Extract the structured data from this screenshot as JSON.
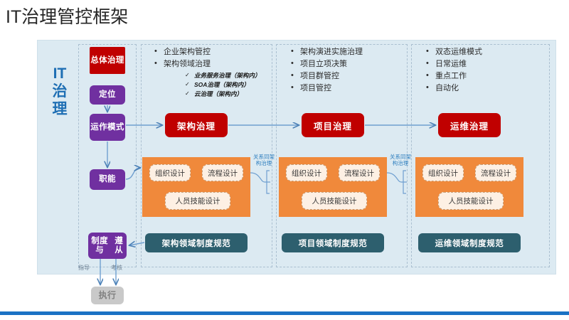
{
  "slide": {
    "title": "IT治理管控框架",
    "accent_color": "#1b72c4",
    "panel_bg": "#dceaf2"
  },
  "framework": {
    "vertical_label": "IT\n治\n理",
    "vertical_label_lines": [
      "IT",
      "治",
      "理"
    ],
    "stages": [
      {
        "id": "overall",
        "label_lines": [
          "总体",
          "治理"
        ],
        "color": "#c00000"
      },
      {
        "id": "position",
        "label_lines": [
          "定位"
        ],
        "color": "#7030a0"
      },
      {
        "id": "mode",
        "label_lines": [
          "运作",
          "模式"
        ],
        "color": "#7030a0"
      },
      {
        "id": "function",
        "label_lines": [
          "职能"
        ],
        "color": "#7030a0"
      },
      {
        "id": "policy",
        "label_lines": [
          "制度与",
          "遵从"
        ],
        "color": "#7030a0"
      },
      {
        "id": "execute",
        "label_lines": [
          "执行"
        ],
        "color": "#c9c9c9"
      }
    ],
    "flow_labels": {
      "guide": "指导",
      "assess": "考核"
    }
  },
  "columns": [
    {
      "id": "architecture",
      "domain_label": "架构治理",
      "bullets": [
        {
          "text": "企业架构管控",
          "sub": []
        },
        {
          "text": "架构领域治理",
          "sub": [
            "业务服务治理（架构内）",
            "SOA治理（架构内）",
            "云治理（架构内）"
          ]
        }
      ],
      "capability": {
        "org": "组织设计",
        "process": "流程设计",
        "skill": "人员技能设计"
      },
      "policy_box": "架构领域制度规范",
      "relation_note": null
    },
    {
      "id": "project",
      "domain_label": "项目治理",
      "bullets": [
        {
          "text": "架构演进实施治理",
          "sub": []
        },
        {
          "text": "项目立项决策",
          "sub": []
        },
        {
          "text": "项目群管控",
          "sub": []
        },
        {
          "text": "项目管控",
          "sub": []
        }
      ],
      "capability": {
        "org": "组织设计",
        "process": "流程设计",
        "skill": "人员技能设计"
      },
      "policy_box": "项目领域制度规范",
      "relation_note": "关系同架构治理"
    },
    {
      "id": "operations",
      "domain_label": "运维治理",
      "bullets": [
        {
          "text": "双态运维模式",
          "sub": []
        },
        {
          "text": "日常运维",
          "sub": []
        },
        {
          "text": "重点工作",
          "sub": []
        },
        {
          "text": "自动化",
          "sub": []
        }
      ],
      "capability": {
        "org": "组织设计",
        "process": "流程设计",
        "skill": "人员技能设计"
      },
      "policy_box": "运维领域制度规范",
      "relation_note": "关系同架构治理"
    }
  ],
  "palette": {
    "red": "#c00000",
    "purple": "#7030a0",
    "orange": "#f0893b",
    "teal": "#2d5f6e",
    "gray": "#c9c9c9",
    "arrow_blue": "#4a7fb5",
    "label_blue": "#1f6fb4"
  }
}
